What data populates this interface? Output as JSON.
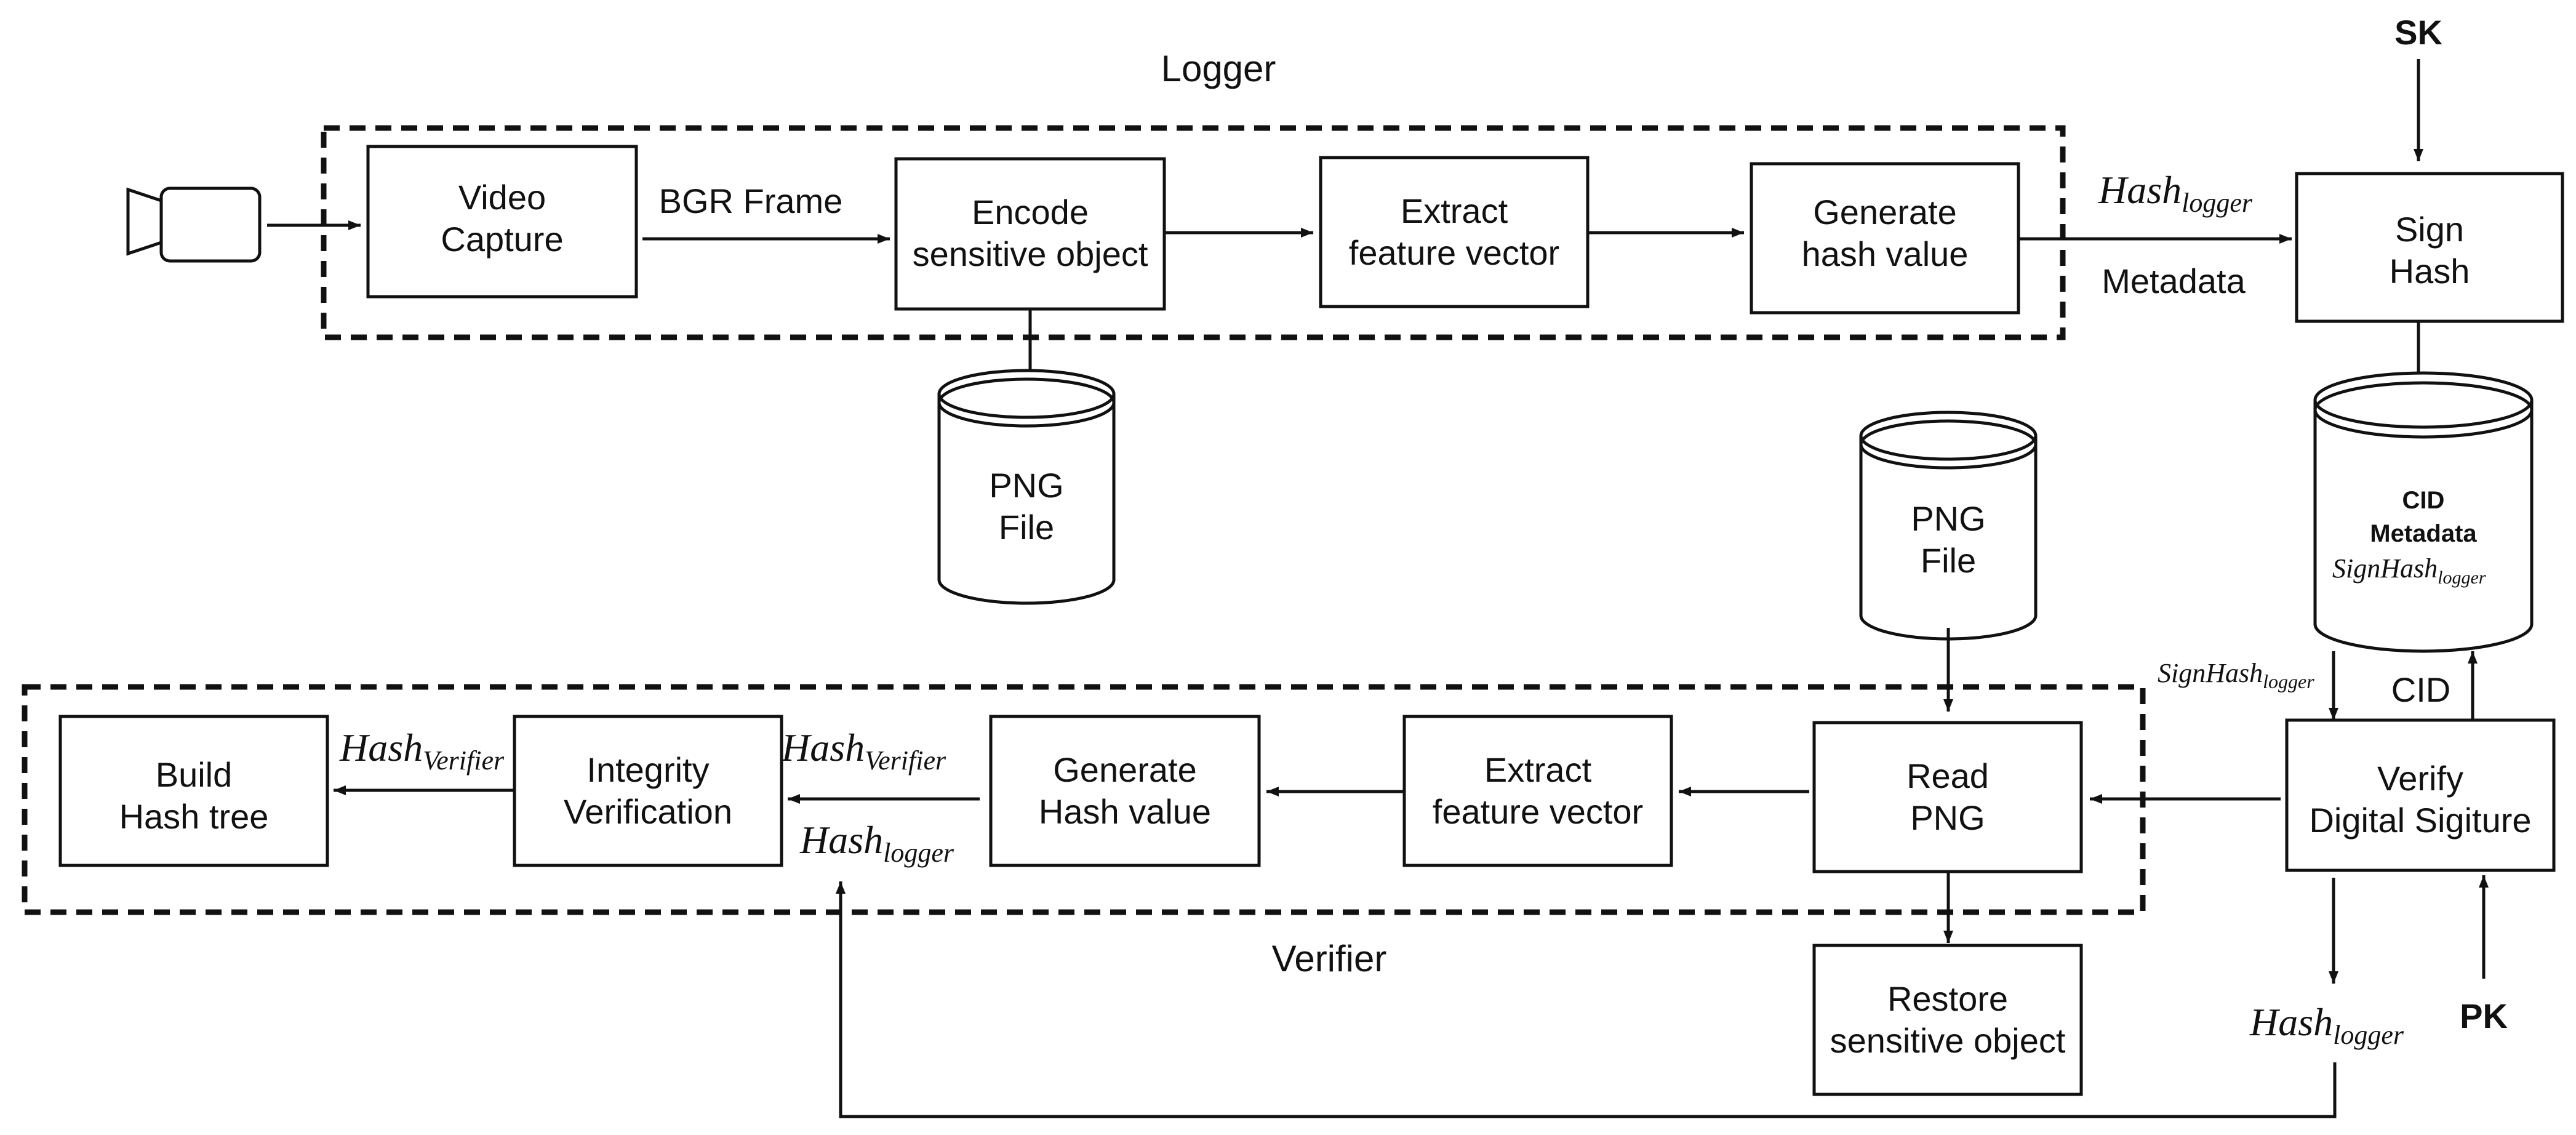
{
  "logger": {
    "title": "Logger",
    "video_capture": [
      "Video",
      "Capture"
    ],
    "encode": [
      "Encode",
      "sensitive object"
    ],
    "extract": [
      "Extract",
      "feature vector"
    ],
    "generate": [
      "Generate",
      "hash value"
    ],
    "bgr_label": "BGR Frame",
    "png_file": [
      "PNG",
      "File"
    ]
  },
  "signing": {
    "sk": "SK",
    "sign_hash": [
      "Sign",
      "Hash"
    ],
    "hash_logger_main": "Hash",
    "hash_logger_sub": "logger",
    "metadata_label": "Metadata"
  },
  "storage": {
    "cid": "CID",
    "metadata": "Metadata",
    "sign_hash_main": "SignHash",
    "sign_hash_sub": "logger",
    "cid_label": "CID",
    "side_main": "SignHash",
    "side_sub": "logger",
    "png_file": [
      "PNG",
      "File"
    ]
  },
  "verifier": {
    "title": "Verifier",
    "build_hash_tree": [
      "Build",
      "Hash tree"
    ],
    "integrity": [
      "Integrity",
      "Verification"
    ],
    "generate": [
      "Generate",
      "Hash value"
    ],
    "extract": [
      "Extract",
      "feature vector"
    ],
    "read_png": [
      "Read",
      "PNG"
    ],
    "restore": [
      "Restore",
      "sensitive object"
    ],
    "verify_sig": [
      "Verify",
      "Digital Sigiture"
    ],
    "hv_main": "Hash",
    "hv_sub": "Verifier",
    "hv2_main": "Hash",
    "hv2_sub": "Verifier",
    "hl_main": "Hash",
    "hl_sub": "logger",
    "pk": "PK",
    "hl_bottom_main": "Hash",
    "hl_bottom_sub": "logger"
  }
}
